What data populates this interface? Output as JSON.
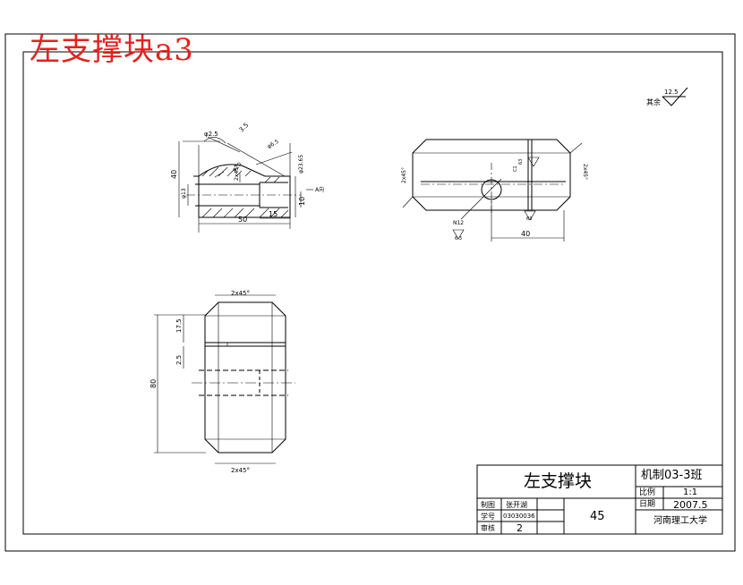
{
  "watermark": "左支撑块a3",
  "roughness": {
    "label": "其余",
    "value": "12.5"
  },
  "view_front": {
    "dims": [
      "φ2.5",
      "3.5",
      "φ6.5",
      "φ23.65",
      "40",
      "φ13",
      "φ20",
      "50",
      "15",
      "10"
    ],
    "tags": [
      "A向",
      "2x45°"
    ]
  },
  "view_top": {
    "dims": [
      "2x45°",
      "2x45°",
      "40"
    ],
    "tags": [
      "N12",
      "6.3",
      "63",
      "63",
      "C1"
    ]
  },
  "view_side": {
    "dims": [
      "2x45°",
      "2x45°",
      "17.5",
      "2.5",
      "80"
    ]
  },
  "title_block": {
    "part_name": "左支撑块",
    "class_code": "机制03-3班",
    "scale_label": "比例",
    "scale_value": "1:1",
    "date_label": "日期",
    "date_value": "2007.5",
    "drawn_label": "制图",
    "drawn_value": "张开湖",
    "id_label": "学号",
    "id_value": "03030036",
    "check_label": "审核",
    "check_value": "2",
    "material": "45",
    "school": "河南理工大学"
  }
}
